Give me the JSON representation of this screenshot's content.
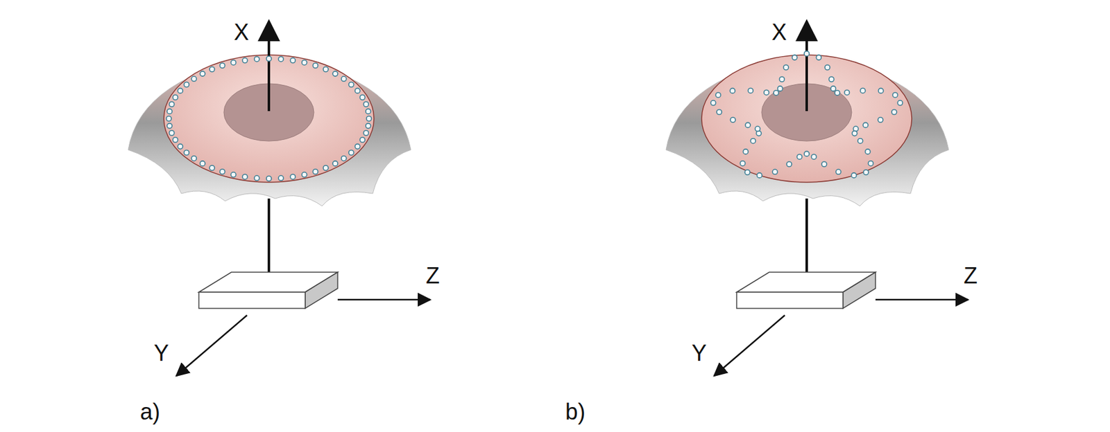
{
  "diagram": {
    "labels": [
      "X",
      "Z",
      "Y",
      "a)",
      "X",
      "Z",
      "Y",
      "b)"
    ]
  }
}
